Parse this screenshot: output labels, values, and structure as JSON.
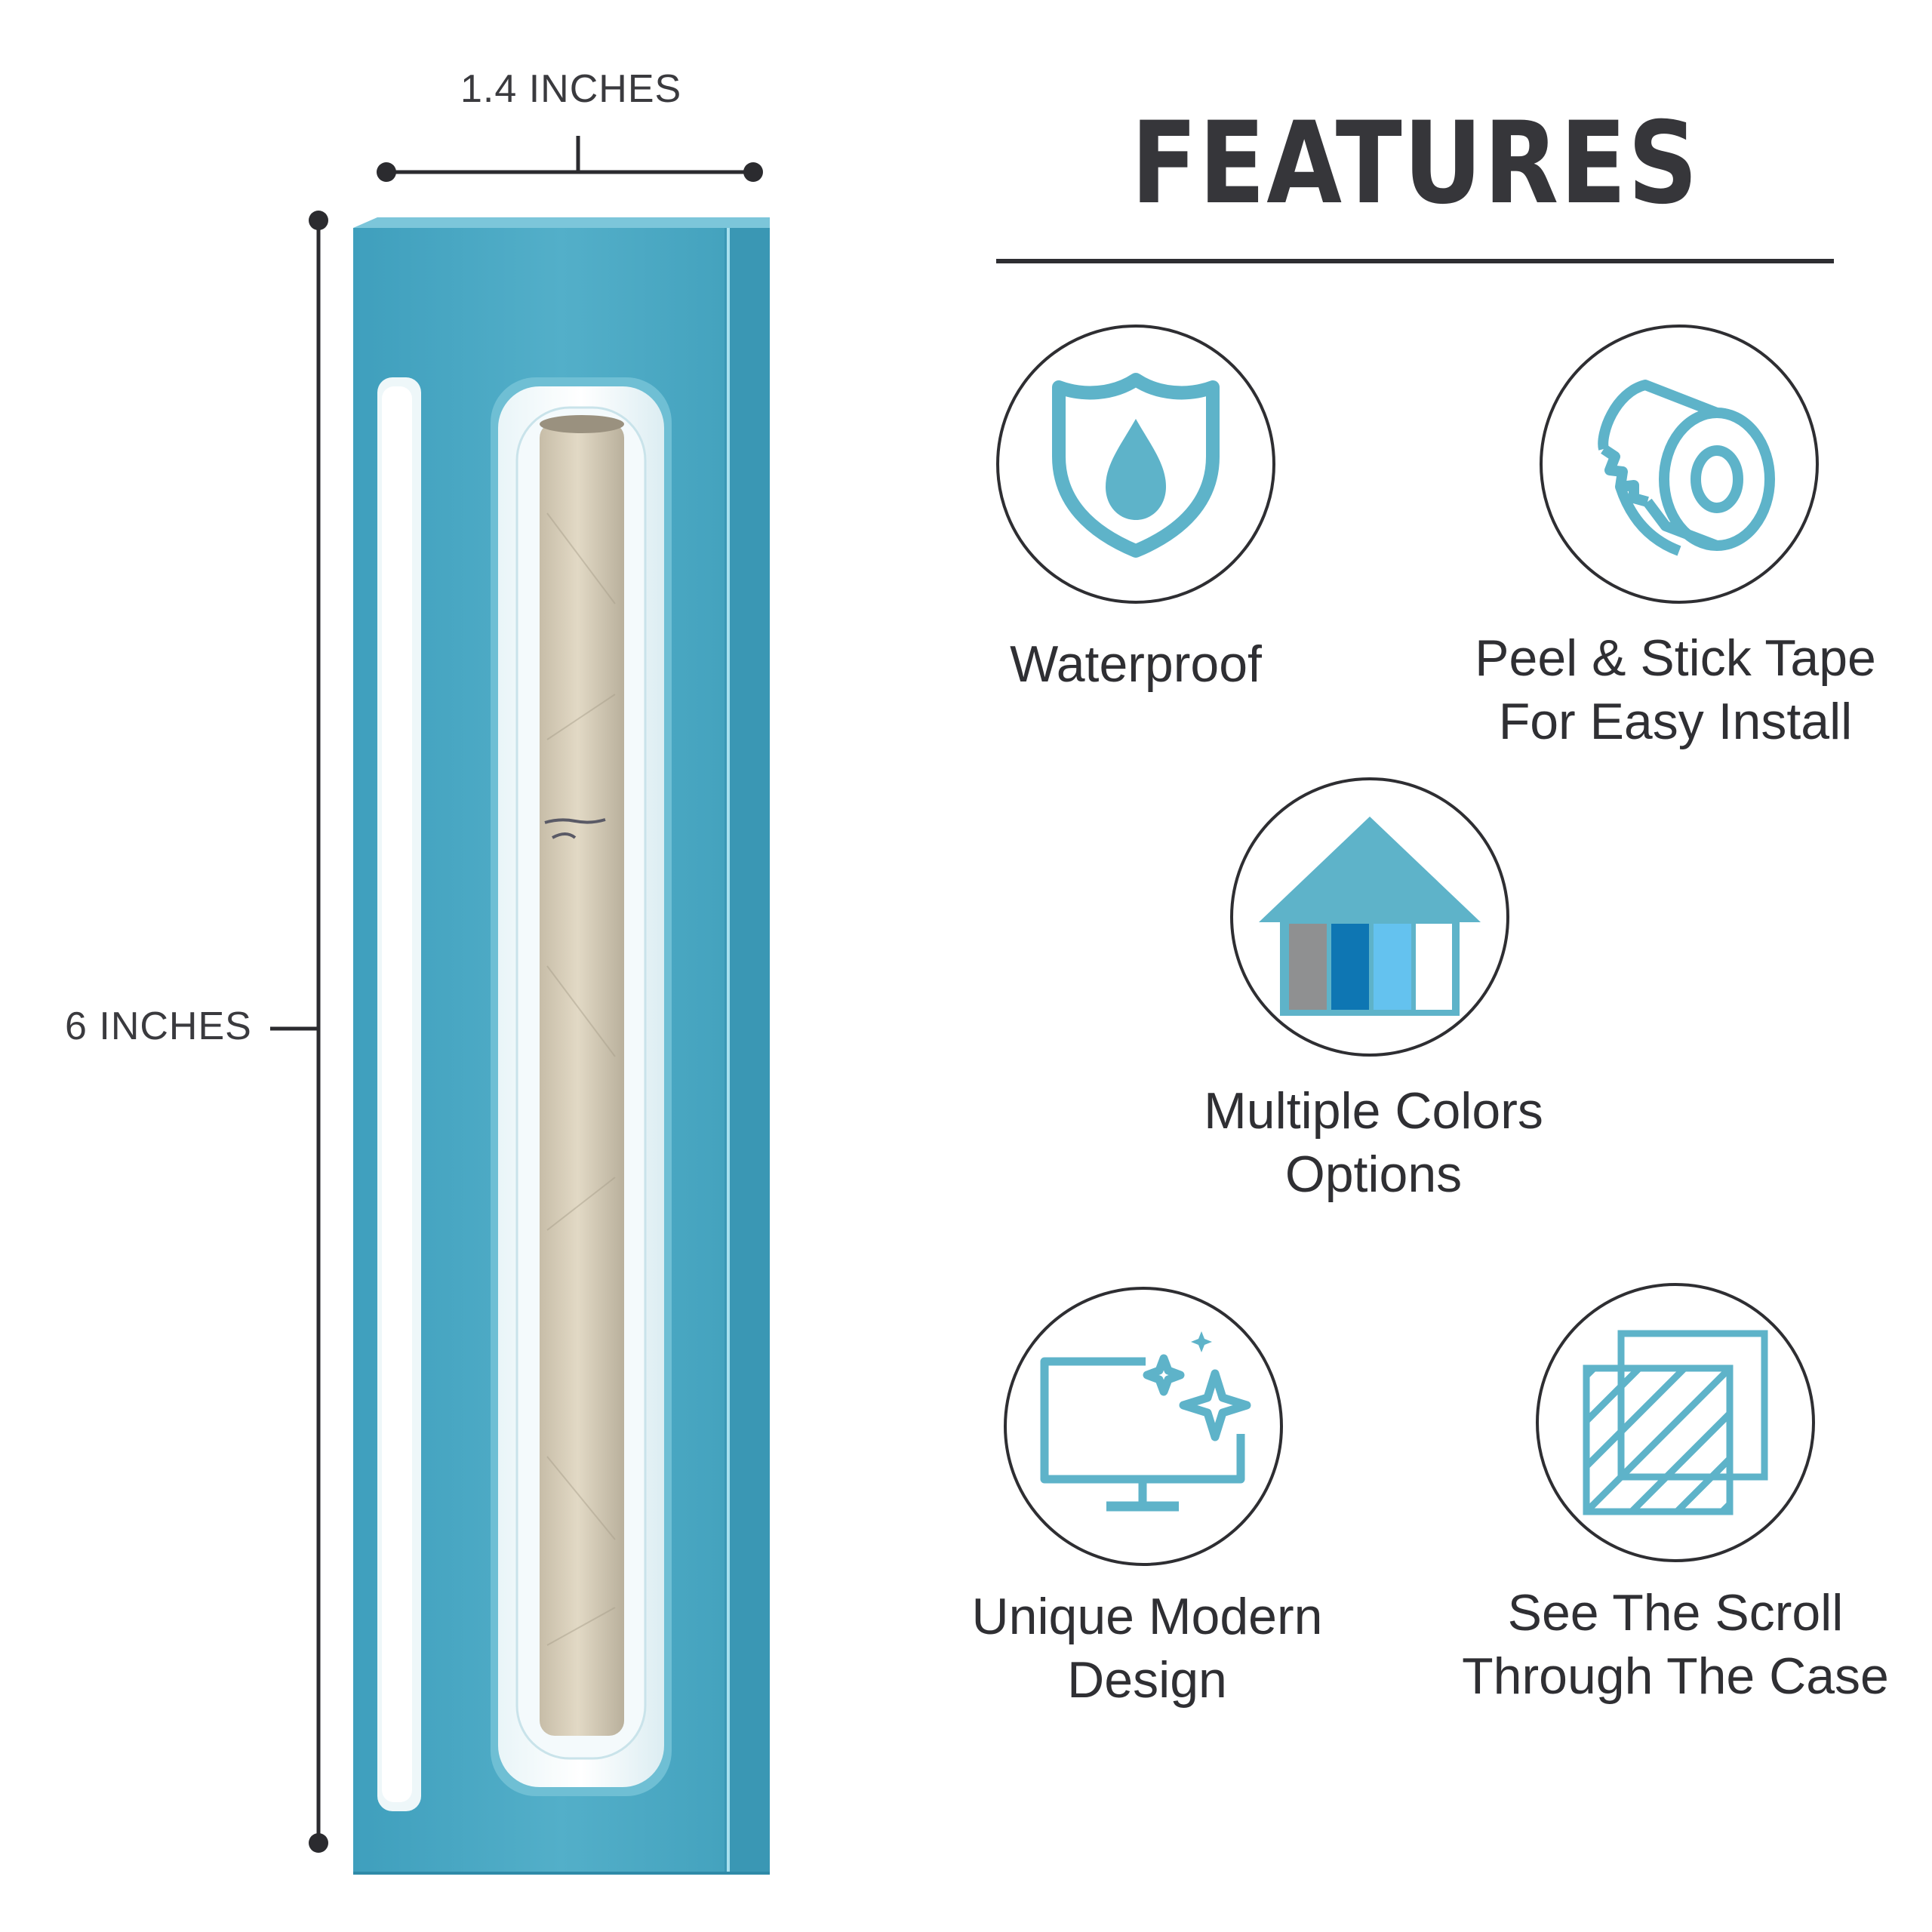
{
  "dimensions": {
    "width_label": "1.4 INCHES",
    "height_label": "6 INCHES"
  },
  "features": {
    "title": "FEATURES",
    "items": [
      {
        "label": "Waterproof",
        "icon": "shield-water-drop-icon"
      },
      {
        "label": "Peel & Stick Tape\nFor Easy Install",
        "icon": "tape-roll-icon"
      },
      {
        "label": "Multiple Colors\nOptions",
        "icon": "color-house-icon"
      },
      {
        "label": "Unique Modern\nDesign",
        "icon": "sparkling-monitor-icon"
      },
      {
        "label": "See The Scroll\nThrough The Case",
        "icon": "transparent-squares-icon"
      }
    ]
  },
  "colors": {
    "accent": "#5eb3c9",
    "case": "#4da9c4",
    "text": "#2f2f33",
    "swatches": [
      "#8f9091",
      "#0e76b3",
      "#64c2ef",
      "#ffffff"
    ]
  }
}
